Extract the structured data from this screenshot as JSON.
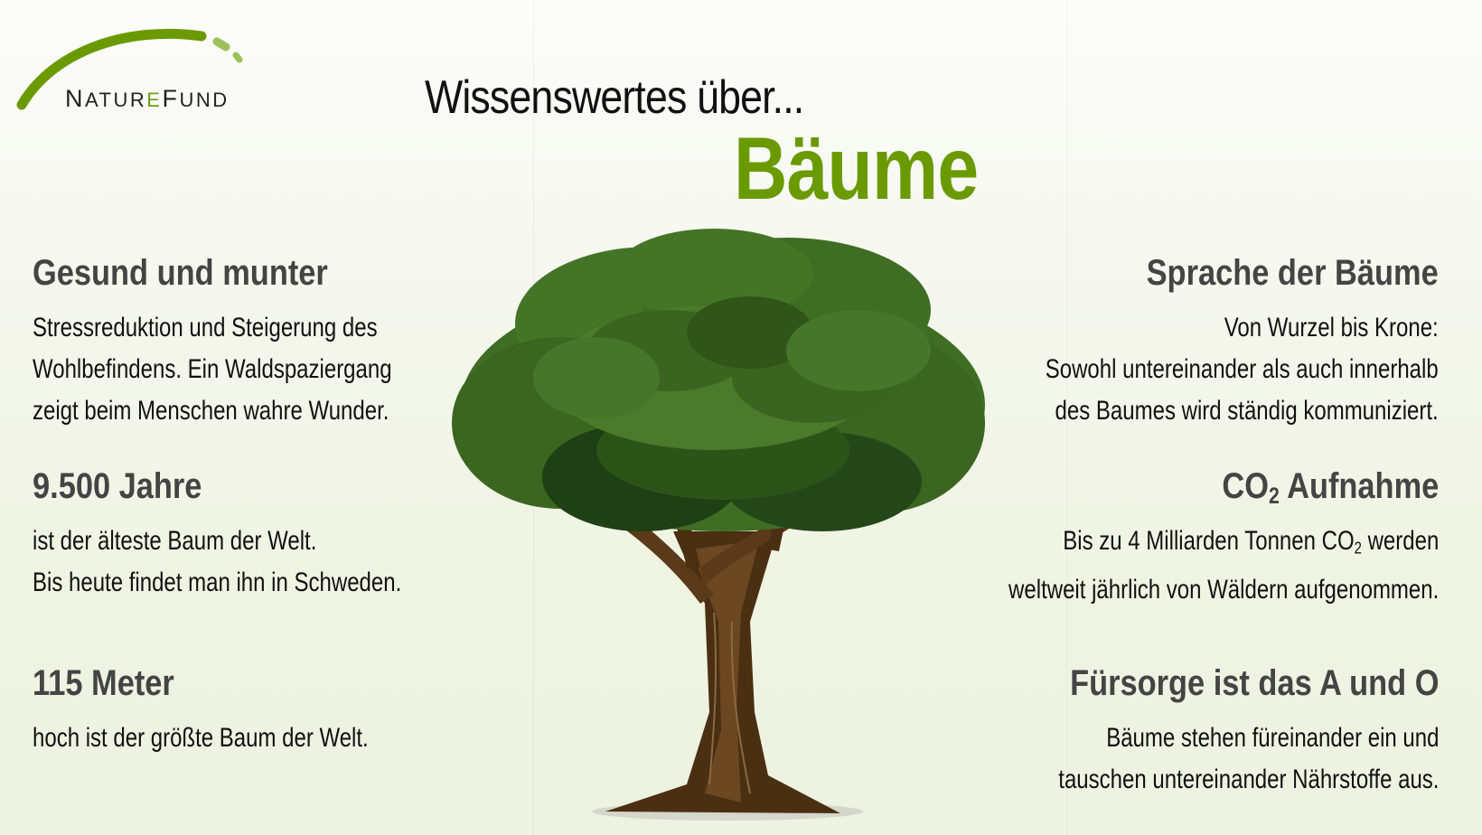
{
  "logo": {
    "prefix": "N",
    "part1": "ATUR",
    "e": "E",
    "f": "F",
    "part2": "UND",
    "colors": {
      "arc": "#6a9a00",
      "arc_light": "#9cc05a",
      "text": "#222222",
      "accent_e": "#6aa01a"
    }
  },
  "header": {
    "pre_title": "Wissenswertes über...",
    "title": "Bäume"
  },
  "colors": {
    "title_green": "#6a9a00",
    "heading_gray": "#444444",
    "body_text": "#111111",
    "background": "#eff3e2"
  },
  "facts_left": [
    {
      "heading": "Gesund und munter",
      "lines": [
        "Stressreduktion und Steigerung des",
        "Wohlbefindens. Ein Waldspaziergang",
        "zeigt beim Menschen wahre Wunder."
      ]
    },
    {
      "heading": "9.500 Jahre",
      "lines": [
        "ist der älteste Baum der Welt.",
        "Bis heute findet man ihn in Schweden."
      ]
    },
    {
      "heading": "115 Meter",
      "lines": [
        "hoch ist der größte Baum der Welt."
      ]
    }
  ],
  "facts_right": [
    {
      "heading": "Sprache der Bäume",
      "lines": [
        "Von Wurzel bis Krone:",
        "Sowohl untereinander als auch innerhalb",
        "des Baumes wird ständig kommuniziert."
      ]
    },
    {
      "heading_pre": "CO",
      "heading_sub": "2",
      "heading_post": " Aufnahme",
      "line1_pre": "Bis zu 4 Milliarden Tonnen CO",
      "line1_sub": "2",
      "line1_post": " werden",
      "line2": "weltweit jährlich von Wäldern aufgenommen."
    },
    {
      "heading": "Fürsorge ist das A und O",
      "lines": [
        "Bäume stehen füreinander ein und",
        "tauschen untereinander Nährstoffe aus."
      ]
    }
  ],
  "illustration": {
    "icon": "tree-illustration"
  }
}
